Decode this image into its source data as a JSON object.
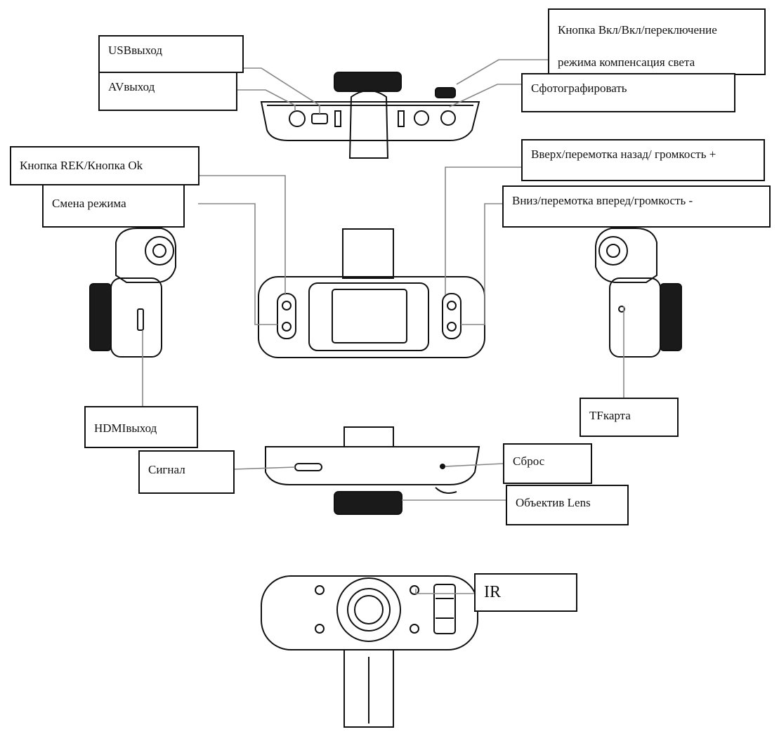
{
  "labels": {
    "usb_out": "USBвыход",
    "av_out": "AVвыход",
    "power_mode": "Кнопка Вкл/Вкл/переключение режима компенсация света",
    "photo": "Сфотографировать",
    "rek_ok": "Кнопка REK/Кнопка Ok",
    "mode_change": "Смена режима",
    "up_rewind_vol": "Вверх/перемотка назад/ громкость +",
    "down_forward_vol": "Вниз/перемотка вперед/громкость -",
    "hdmi_out": "HDMIвыход",
    "tf_card": "TFкарта",
    "signal": "Сигнал",
    "reset": "Сброс",
    "lens": "Объектив Lens",
    "ir": "IR"
  },
  "colors": {
    "line": "#111111",
    "leader": "#888888",
    "background": "#ffffff"
  }
}
